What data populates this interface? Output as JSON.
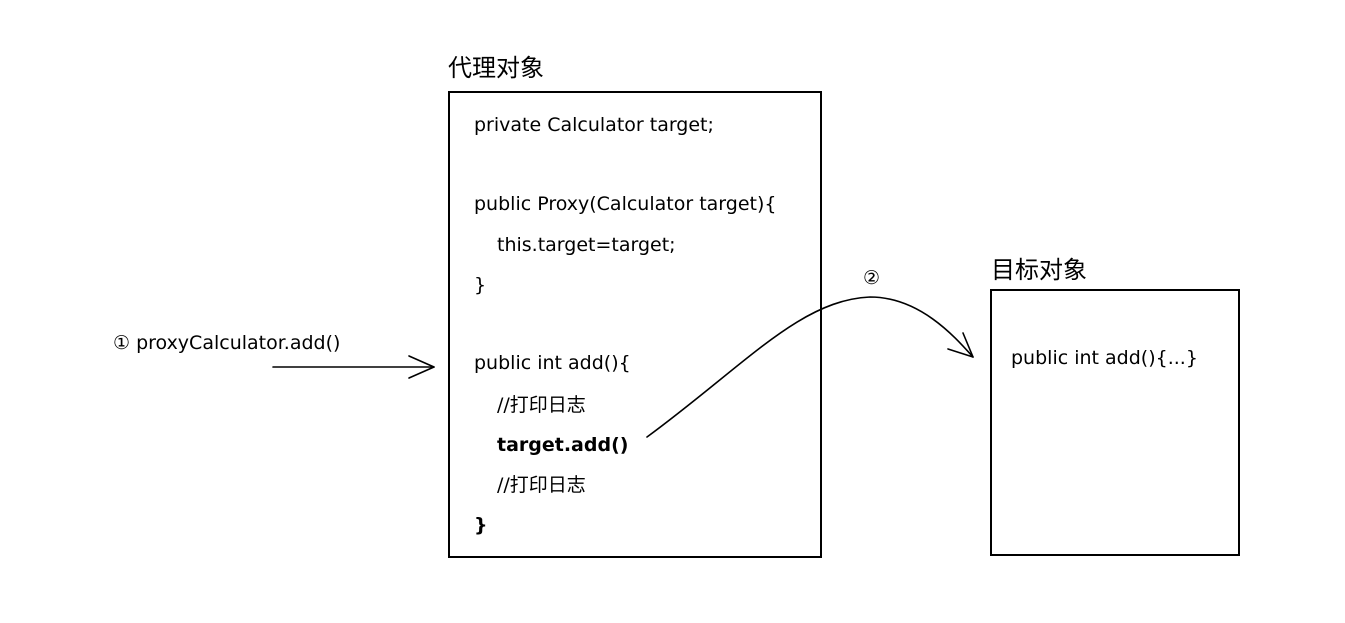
{
  "proxy": {
    "title": "代理对象",
    "lines": [
      "private Calculator target;",
      "public Proxy(Calculator target){",
      "this.target=target;",
      "}",
      "public int add(){",
      "//打印日志",
      "target.add()",
      "//打印日志",
      "}"
    ]
  },
  "target": {
    "title": "目标对象",
    "method": "public int add(){...}"
  },
  "steps": {
    "step1": "① proxyCalculator.add()",
    "step2": "②"
  }
}
